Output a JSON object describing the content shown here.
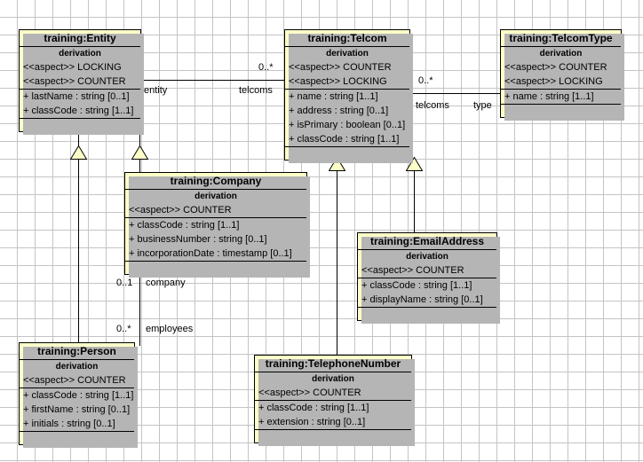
{
  "diagram": {
    "title": "UML Class Diagram",
    "background_color": "#ffffff",
    "grid_color": "#c4c4c4",
    "class_fill_color": "#feffc8",
    "class_border_color": "#000000",
    "shadow_color": "#b5b5b5"
  },
  "classes": [
    {
      "id": "entity",
      "name": "training:Entity",
      "stereotype_header": "derivation",
      "aspects": [
        "<<aspect>> LOCKING",
        "<<aspect>> COUNTER"
      ],
      "attributes": [
        "+ lastName : string [0..1]",
        "+ classCode : string [1..1]"
      ]
    },
    {
      "id": "telcom",
      "name": "training:Telcom",
      "stereotype_header": "derivation",
      "aspects": [
        "<<aspect>> COUNTER",
        "<<aspect>> LOCKING"
      ],
      "attributes": [
        "+ name : string [1..1]",
        "+ address : string [0..1]",
        "+ isPrimary : boolean [0..1]",
        "+ classCode : string [1..1]"
      ]
    },
    {
      "id": "telcomtype",
      "name": "training:TelcomType",
      "stereotype_header": "derivation",
      "aspects": [
        "<<aspect>> COUNTER",
        "<<aspect>> LOCKING"
      ],
      "attributes": [
        "+ name : string [1..1]"
      ]
    },
    {
      "id": "company",
      "name": "training:Company",
      "stereotype_header": "derivation",
      "aspects": [
        "<<aspect>> COUNTER"
      ],
      "attributes": [
        "+ classCode : string [1..1]",
        "+ businessNumber : string [0..1]",
        "+ incorporationDate : timestamp [0..1]"
      ]
    },
    {
      "id": "emailaddress",
      "name": "training:EmailAddress",
      "stereotype_header": "derivation",
      "aspects": [
        "<<aspect>> COUNTER"
      ],
      "attributes": [
        "+ classCode : string [1..1]",
        "+ displayName : string [0..1]"
      ]
    },
    {
      "id": "person",
      "name": "training:Person",
      "stereotype_header": "derivation",
      "aspects": [
        "<<aspect>> COUNTER"
      ],
      "attributes": [
        "+ classCode : string [1..1]",
        "+ firstName : string [0..1]",
        "+ initials : string [0..1]"
      ]
    },
    {
      "id": "telephonenumber",
      "name": "training:TelephoneNumber",
      "stereotype_header": "derivation",
      "aspects": [
        "<<aspect>> COUNTER"
      ],
      "attributes": [
        "+ classCode : string [1..1]",
        "+ extension : string [0..1]"
      ]
    }
  ],
  "associations": [
    {
      "id": "entity-telcom",
      "source_role": "entity",
      "target_role": "telcoms",
      "target_multiplicity": "0..*"
    },
    {
      "id": "telcom-telcomtype",
      "source_role": "telcoms",
      "target_role": "type",
      "source_multiplicity": "0..*"
    },
    {
      "id": "company-person",
      "source_role": "company",
      "source_multiplicity": "0..1",
      "target_role": "employees",
      "target_multiplicity": "0..*"
    }
  ],
  "generalizations": [
    {
      "id": "company-to-entity",
      "child": "training:Company",
      "parent": "training:Entity"
    },
    {
      "id": "person-to-entity",
      "child": "training:Person",
      "parent": "training:Entity"
    },
    {
      "id": "telephonenumber-to-telcom",
      "child": "training:TelephoneNumber",
      "parent": "training:Telcom"
    },
    {
      "id": "emailaddress-to-telcom",
      "child": "training:EmailAddress",
      "parent": "training:Telcom"
    }
  ]
}
